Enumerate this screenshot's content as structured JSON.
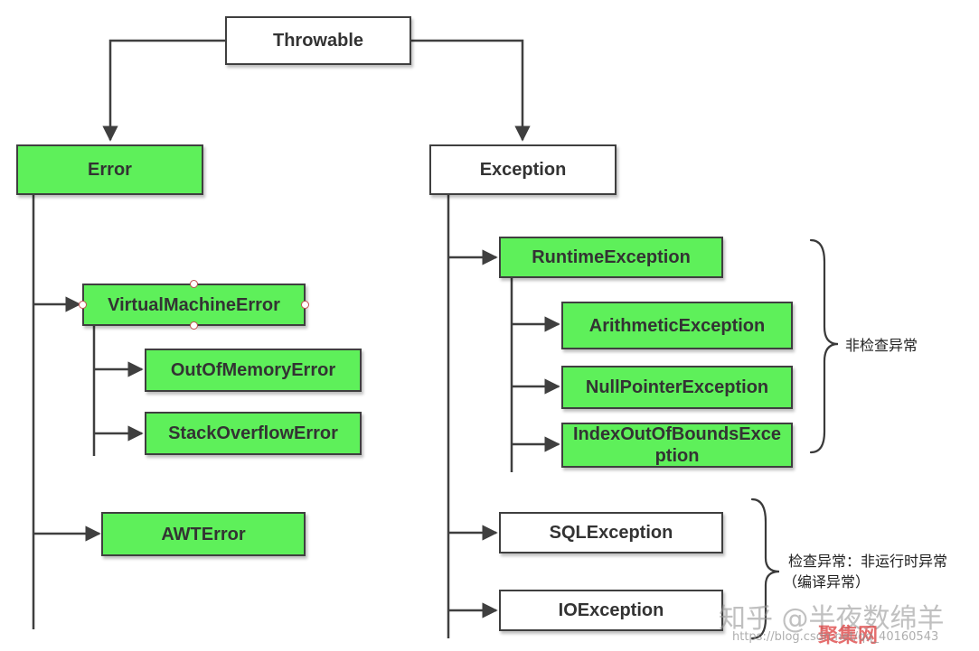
{
  "nodes": {
    "throwable": "Throwable",
    "error": "Error",
    "exception": "Exception",
    "virtual_machine_error": "VirtualMachineError",
    "out_of_memory_error": "OutOfMemoryError",
    "stack_overflow_error": "StackOverflowError",
    "awt_error": "AWTError",
    "runtime_exception": "RuntimeException",
    "arithmetic_exception": "ArithmeticException",
    "null_pointer_exception": "NullPointerException",
    "index_out_of_bounds_exception": "IndexOutOfBoundsException",
    "sql_exception": "SQLException",
    "io_exception": "IOException"
  },
  "annotations": {
    "unchecked": "非检查异常",
    "checked_line1": "检查异常：非运行时异常",
    "checked_line2": "（编译异常）"
  },
  "watermark": {
    "zhihu": "知乎 @半夜数绵羊",
    "site": "聚集网",
    "url": "https://blog.csdn.net/qq_40160543"
  },
  "colors": {
    "node_fill_green": "#5ef05a",
    "node_fill_white": "#ffffff",
    "line": "#3f3f3f"
  }
}
